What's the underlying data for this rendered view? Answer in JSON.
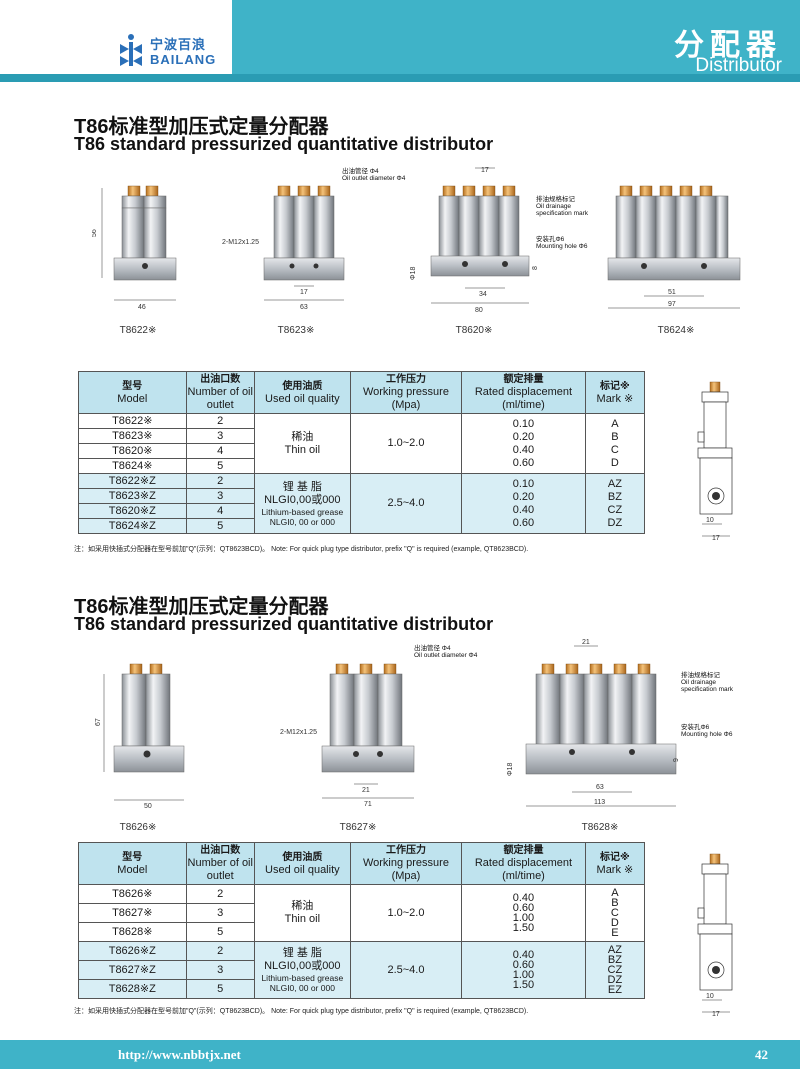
{
  "header": {
    "brand_cn": "宁波百浪",
    "brand_en": "BAILANG",
    "title_cn": "分配器",
    "title_en": "Distributor"
  },
  "sections": [
    {
      "title_cn": "T86标准型加压式定量分配器",
      "title_en": "T86 standard pressurized quantitative distributor",
      "figures": [
        {
          "caption": "T8622※",
          "dims": [
            "56",
            "46"
          ]
        },
        {
          "caption": "T8623※",
          "dims": [
            "2-M12x1.25",
            "17",
            "63"
          ],
          "ann": [
            "出油管径 Φ4",
            "Oil outlet diameter Φ4"
          ]
        },
        {
          "caption": "T8620※",
          "dims": [
            "17",
            "Φ18",
            "8",
            "34",
            "80"
          ],
          "ann": [
            "排油规格标记",
            "Oil drainage",
            "specification mark",
            "安装孔Φ6",
            "Mounting hole Φ6"
          ]
        },
        {
          "caption": "T8624※",
          "dims": [
            "51",
            "97"
          ]
        }
      ],
      "side_dims": [
        "10",
        "17"
      ],
      "table": {
        "headers": [
          {
            "cn": "型号",
            "en": "Model"
          },
          {
            "cn": "出油口数",
            "en": "Number of oil outlet"
          },
          {
            "cn": "使用油质",
            "en": "Used oil quality"
          },
          {
            "cn": "工作压力",
            "en": "Working pressure (Mpa)"
          },
          {
            "cn": "额定排量",
            "en": "Rated displacement (ml/time)"
          },
          {
            "cn": "标记※",
            "en": "Mark ※"
          }
        ],
        "groups": [
          {
            "models": [
              "T8622※",
              "T8623※",
              "T8620※",
              "T8624※"
            ],
            "outlets": [
              "2",
              "3",
              "4",
              "5"
            ],
            "oil_cn": "稀油",
            "oil_en": "Thin oil",
            "oil_en2": "",
            "pressure": "1.0~2.0",
            "displacement": [
              "0.10",
              "0.20",
              "0.40",
              "0.60"
            ],
            "marks": [
              "A",
              "B",
              "C",
              "D"
            ]
          },
          {
            "models": [
              "T8622※Z",
              "T8623※Z",
              "T8620※Z",
              "T8624※Z"
            ],
            "outlets": [
              "2",
              "3",
              "4",
              "5"
            ],
            "oil_cn": "锂 基 脂",
            "oil_en": "NLGI0,00或000",
            "oil_en2": "Lithium-based grease",
            "oil_en3": "NLGI0, 00 or 000",
            "pressure": "2.5~4.0",
            "displacement": [
              "0.10",
              "0.20",
              "0.40",
              "0.60"
            ],
            "marks": [
              "AZ",
              "BZ",
              "CZ",
              "DZ"
            ]
          }
        ]
      },
      "note": "注：如采用快插式分配器在型号前加\"Q\"(示列：QT8623BCD)。  Note: For quick plug type distributor, prefix \"Q\" is required (example, QT8623BCD)."
    },
    {
      "title_cn": "T86标准型加压式定量分配器",
      "title_en": "T86 standard pressurized quantitative distributor",
      "figures": [
        {
          "caption": "T8626※",
          "dims": [
            "67",
            "50"
          ]
        },
        {
          "caption": "T8627※",
          "dims": [
            "2-M12x1.25",
            "21",
            "71"
          ],
          "ann": [
            "出油管径 Φ4",
            "Oil outlet diameter Φ4"
          ]
        },
        {
          "caption": "T8628※",
          "dims": [
            "21",
            "Φ18",
            "9",
            "63",
            "113"
          ],
          "ann": [
            "排油规格标记",
            "Oil drainage",
            "specification mark",
            "安装孔Φ6",
            "Mounting hole Φ6"
          ]
        }
      ],
      "side_dims": [
        "10",
        "17"
      ],
      "table": {
        "headers": [
          {
            "cn": "型号",
            "en": "Model"
          },
          {
            "cn": "出油口数",
            "en": "Number of oil outlet"
          },
          {
            "cn": "使用油质",
            "en": "Used oil quality"
          },
          {
            "cn": "工作压力",
            "en": "Working pressure (Mpa)"
          },
          {
            "cn": "额定排量",
            "en": "Rated displacement (ml/time)"
          },
          {
            "cn": "标记※",
            "en": "Mark ※"
          }
        ],
        "groups": [
          {
            "models": [
              "T8626※",
              "T8627※",
              "T8628※"
            ],
            "outlets": [
              "2",
              "3",
              "5"
            ],
            "oil_cn": "稀油",
            "oil_en": "Thin oil",
            "oil_en2": "",
            "pressure": "1.0~2.0",
            "displacement": [
              "0.40",
              "0.60",
              "1.00",
              "1.50"
            ],
            "marks": [
              "A",
              "B",
              "C",
              "D",
              "E"
            ]
          },
          {
            "models": [
              "T8626※Z",
              "T8627※Z",
              "T8628※Z"
            ],
            "outlets": [
              "2",
              "3",
              "5"
            ],
            "oil_cn": "锂 基 脂",
            "oil_en": "NLGI0,00或000",
            "oil_en2": "Lithium-based grease",
            "oil_en3": "NLGI0, 00 or 000",
            "pressure": "2.5~4.0",
            "displacement": [
              "0.40",
              "0.60",
              "1.00",
              "1.50"
            ],
            "marks": [
              "AZ",
              "BZ",
              "CZ",
              "DZ",
              "EZ"
            ]
          }
        ]
      },
      "note": "注：如采用快插式分配器在型号前加\"Q\"(示列：QT8623BCD)。  Note: For quick plug type distributor, prefix \"Q\" is required (example, QT8623BCD)."
    }
  ],
  "footer": {
    "url": "http://www.nbbtjx.net",
    "page": "42"
  },
  "colors": {
    "header_bg": "#3fb3c8",
    "table_header": "#bfe3ee",
    "table_grease": "#d8eef5",
    "brand_blue": "#2a6fb8",
    "cap_orange": "#e8a03a"
  }
}
